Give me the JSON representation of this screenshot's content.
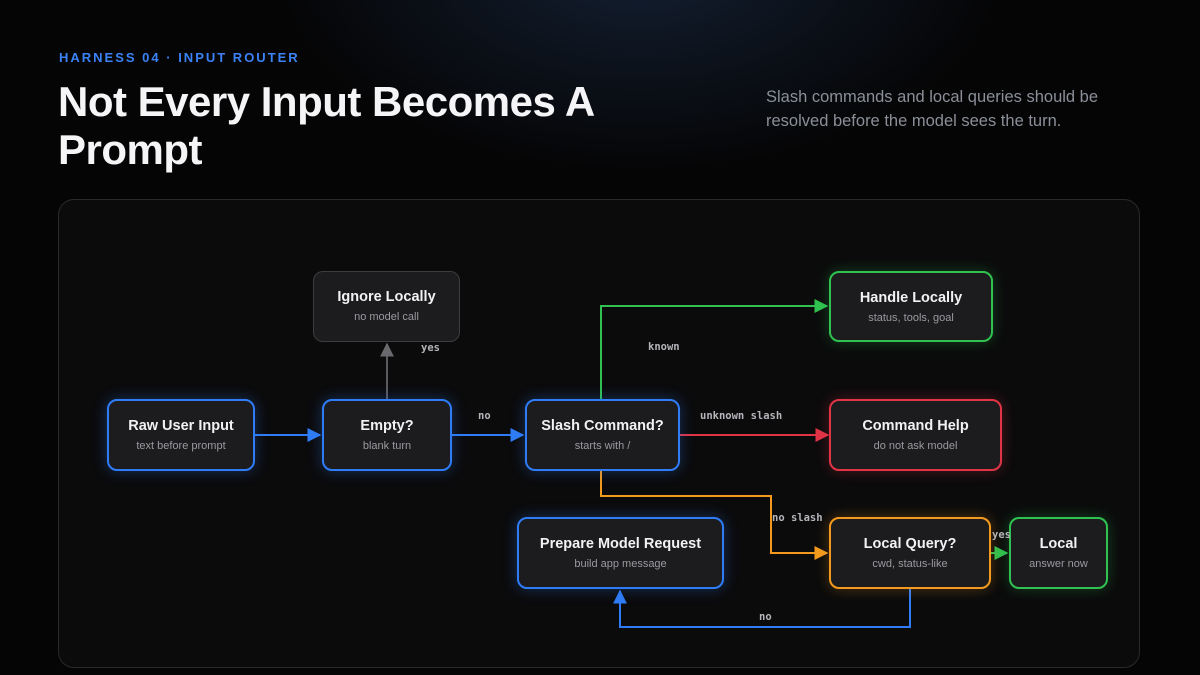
{
  "header": {
    "kicker": "HARNESS 04 · INPUT ROUTER",
    "title": "Not Every Input Becomes A Prompt",
    "subtitle": "Slash commands and local queries should be resolved before the model sees the turn."
  },
  "colors": {
    "blue": "#2f7cf6",
    "green": "#30c150",
    "red": "#e23447",
    "orange": "#f39a1e",
    "gray": "#555558"
  },
  "nodes": {
    "raw_input": {
      "title": "Raw User Input",
      "sub": "text before prompt"
    },
    "empty": {
      "title": "Empty?",
      "sub": "blank turn"
    },
    "ignore": {
      "title": "Ignore Locally",
      "sub": "no model call"
    },
    "slash": {
      "title": "Slash Command?",
      "sub": "starts with /"
    },
    "handle": {
      "title": "Handle Locally",
      "sub": "status, tools, goal"
    },
    "help": {
      "title": "Command Help",
      "sub": "do not ask model"
    },
    "query": {
      "title": "Local Query?",
      "sub": "cwd, status-like"
    },
    "local": {
      "title": "Local",
      "sub": "answer now"
    },
    "prepare": {
      "title": "Prepare Model Request",
      "sub": "build app message"
    }
  },
  "edges": {
    "yes_ignore": "yes",
    "no_slash_check": "no",
    "known": "known",
    "unknown_slash": "unknown slash",
    "no_slash": "no slash",
    "yes_local": "yes",
    "no_model": "no"
  }
}
